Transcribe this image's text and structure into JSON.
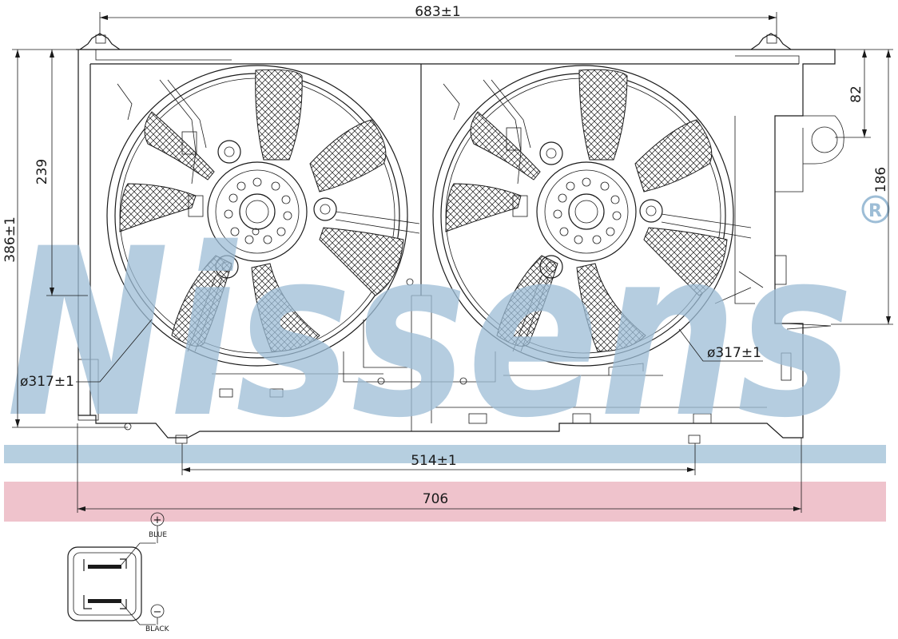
{
  "watermark": {
    "brand": "Nissens",
    "registered_mark": "®",
    "color": "#9dbdd6"
  },
  "bands": {
    "blue_color": "#b6cfe0",
    "pink_color": "#efc3cc"
  },
  "dimensions": {
    "top_width": "683±1",
    "overall_height": "386±1",
    "left_height": "239",
    "right_top": "82",
    "right_height": "186",
    "mount_spacing": "514±1",
    "overall_width": "706",
    "left_fan_diameter": "ø317±1",
    "right_fan_diameter": "ø317±1"
  },
  "connector": {
    "positive_symbol": "+",
    "positive_wire": "BLUE",
    "negative_symbol": "−",
    "negative_wire": "BLACK"
  }
}
